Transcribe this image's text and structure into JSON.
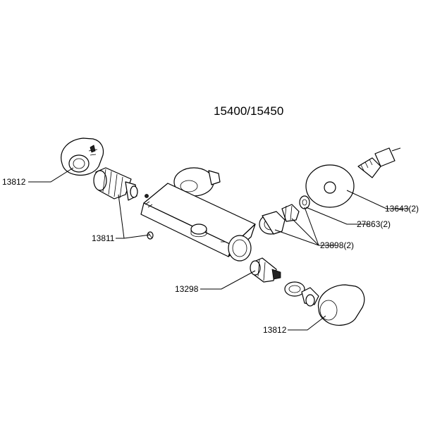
{
  "title": "15400/15450",
  "callouts": {
    "c13812_top": "13812",
    "c13811": "13811",
    "c13298": "13298",
    "c13812_bottom": "13812",
    "c13643": "13643(2)",
    "c27863": "27863(2)",
    "c23898": "23898(2)"
  }
}
